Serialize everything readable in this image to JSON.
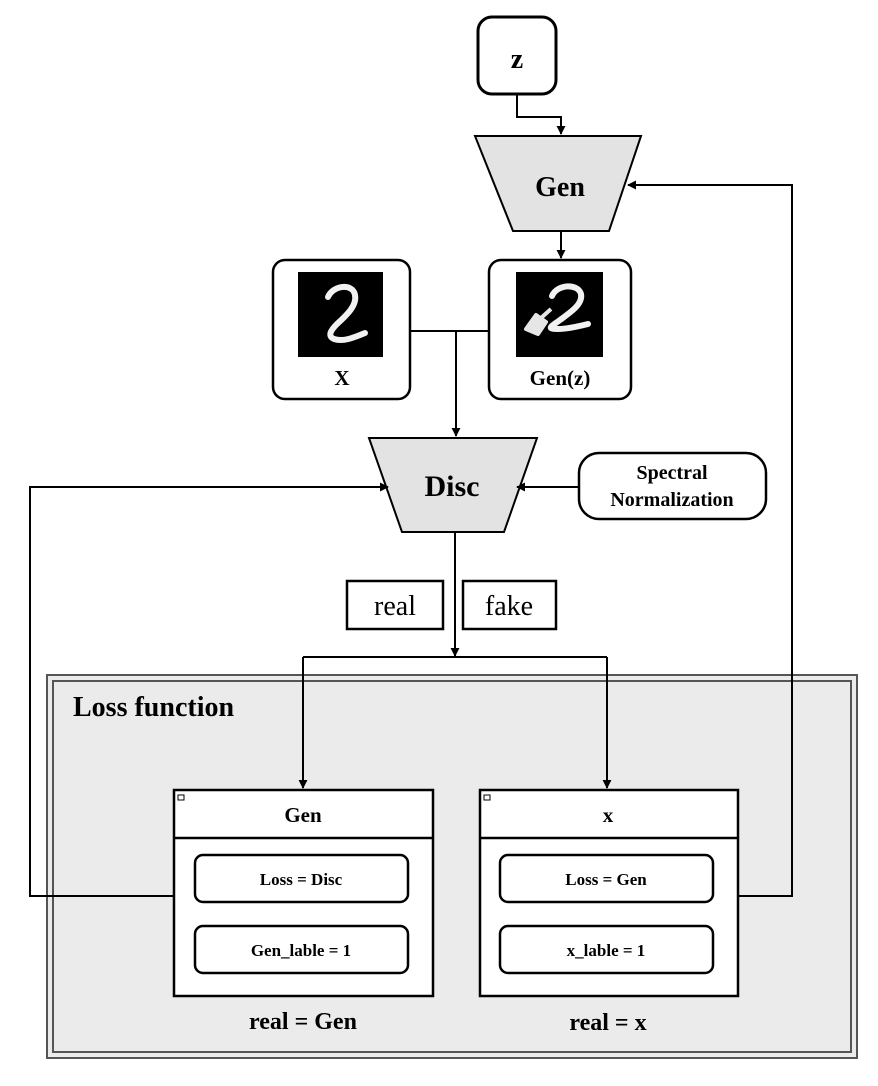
{
  "nodes": {
    "z": "z",
    "generator": "Gen",
    "real_image_caption": "X",
    "fake_image_caption": "Gen(z)",
    "discriminator": "Disc",
    "spectral_line1": "Spectral",
    "spectral_line2": "Normalization",
    "real_tag": "real",
    "fake_tag": "fake"
  },
  "loss_panel": {
    "title": "Loss function",
    "left_card": {
      "title": "Gen",
      "row1": "Loss = Disc",
      "row2": "Gen_lable = 1",
      "caption": "real = Gen"
    },
    "right_card": {
      "title": "x",
      "row1": "Loss = Gen",
      "row2": "x_lable = 1",
      "caption": "real = x"
    }
  }
}
